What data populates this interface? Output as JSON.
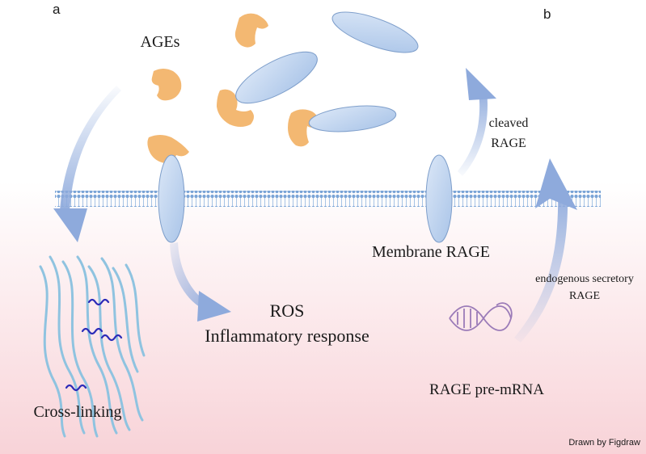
{
  "panels": {
    "a": "a",
    "b": "b"
  },
  "labels": {
    "ages": "AGEs",
    "cleaved_rage": [
      "cleaved",
      "RAGE"
    ],
    "membrane_rage": "Membrane RAGE",
    "endogenous_secretory_rage": [
      "endogenous secretory",
      "RAGE"
    ],
    "ros": "ROS",
    "inflammatory_response": "Inflammatory response",
    "rage_pre_mrna": "RAGE pre-mRNA",
    "cross_linking": "Cross-linking"
  },
  "credit": "Drawn by Figdraw",
  "colors": {
    "ages_blob": "#f3b872",
    "rage_ellipse": "#bcd3ef",
    "rage_outline": "#7f9fcb",
    "arrow": "#8eaadc",
    "membrane": "#7aa4d6",
    "collagen_fiber": "#8fc3e0",
    "crosslink": "#2b2bb8",
    "dna": "#9b7bb8",
    "background_bottom": "#f8d3d8"
  }
}
